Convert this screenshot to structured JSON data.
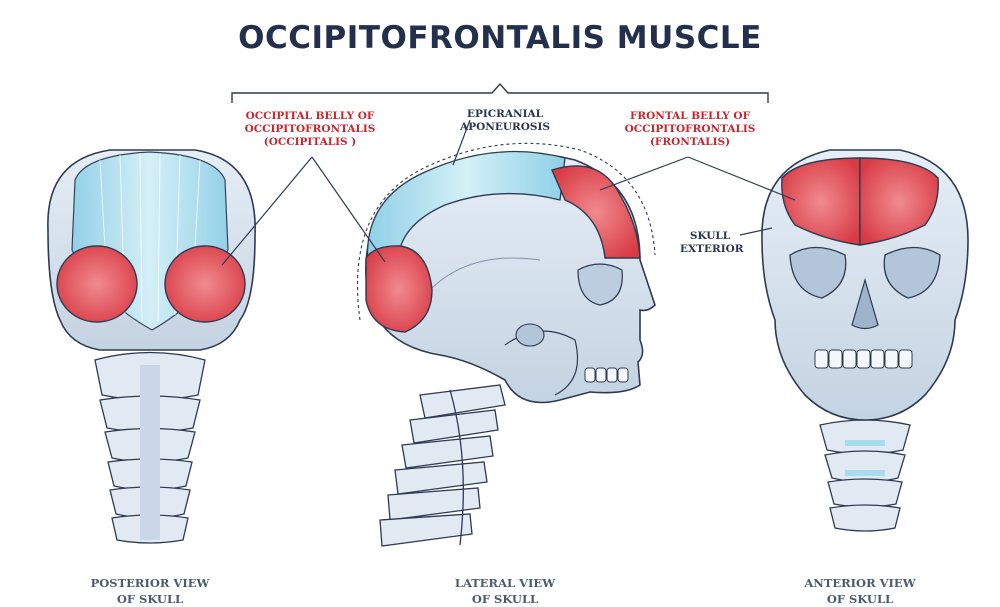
{
  "title": "OCCIPITOFRONTALIS MUSCLE",
  "labels": {
    "occipital": [
      "OCCIPITAL BELLY OF",
      "OCCIPITOFRONTALIS",
      "(OCCIPITALIS )"
    ],
    "epicranial": [
      "EPICRANIAL",
      "APONEUROSIS"
    ],
    "frontal": [
      "FRONTAL BELLY OF",
      "OCCIPITOFRONTALIS",
      "(FRONTALIS)"
    ],
    "skull_exterior": [
      "SKULL",
      "EXTERIOR"
    ]
  },
  "views": {
    "posterior": [
      "POSTERIOR VIEW",
      "OF SKULL"
    ],
    "lateral": [
      "LATERAL VIEW",
      "OF SKULL"
    ],
    "anterior": [
      "ANTERIOR VIEW",
      "OF SKULL"
    ]
  },
  "colors": {
    "muscle": "#e0525a",
    "aponeurosis": "#a9dcec",
    "bone": "#d3e0ec",
    "outline": "#2e3a52",
    "title": "#23304d",
    "label_red": "#c8262c"
  }
}
